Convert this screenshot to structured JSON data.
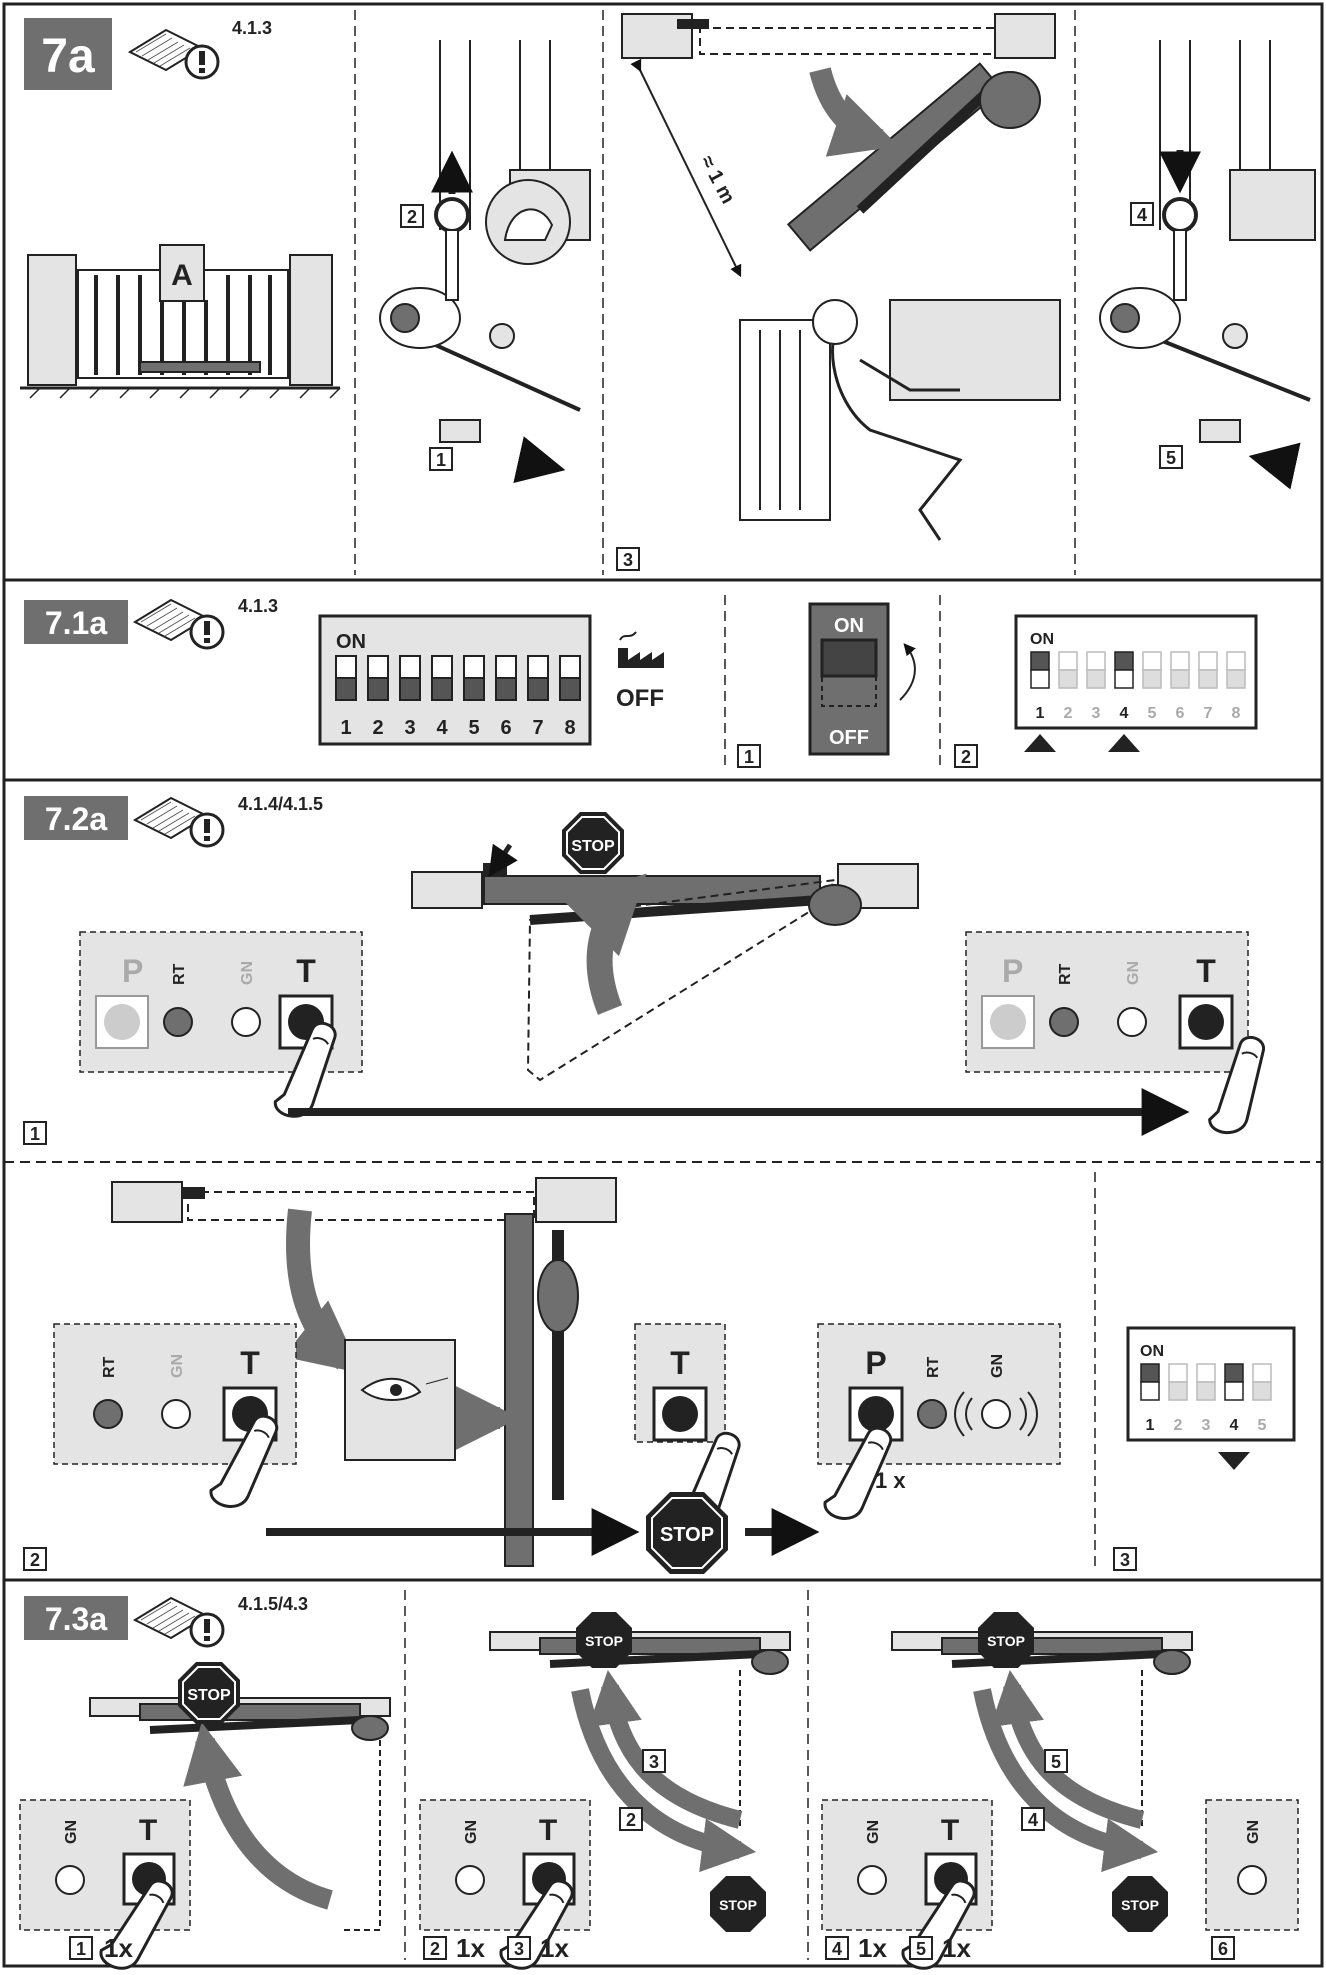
{
  "sections": [
    {
      "id": "7a",
      "badge": "7a",
      "ref": "4.1.3",
      "steps": [
        "1",
        "2",
        "3",
        "4",
        "5"
      ],
      "dimension": "≈ 1 m",
      "gate_label": "A"
    },
    {
      "id": "7.1a",
      "badge": "7.1a",
      "ref": "4.1.3",
      "steps": [
        "1",
        "2"
      ],
      "dip_on": "ON",
      "dip_off": "OFF",
      "switch_on": "ON",
      "switch_off": "OFF",
      "dip_numbers": [
        "1",
        "2",
        "3",
        "4",
        "5",
        "6",
        "7",
        "8"
      ]
    },
    {
      "id": "7.2a",
      "badge": "7.2a",
      "ref": "4.1.4/4.1.5",
      "steps": [
        "1",
        "2",
        "3"
      ],
      "btn_p": "P",
      "btn_t": "T",
      "led_rt": "RT",
      "led_gn": "GN",
      "stop": "STOP",
      "count": "1 x",
      "dip_on": "ON",
      "dip_numbers": [
        "1",
        "2",
        "3",
        "4",
        "5"
      ]
    },
    {
      "id": "7.3a",
      "badge": "7.3a",
      "ref": "4.1.5/4.3",
      "steps": [
        "1",
        "2",
        "3",
        "4",
        "5",
        "6"
      ],
      "btn_t": "T",
      "led_gn": "GN",
      "stop": "STOP",
      "count": "1x"
    }
  ],
  "colors": {
    "badge": "#6f6f6f",
    "arrow": "#6f6f6f",
    "line": "#222222",
    "panel": "#e4e4e4"
  }
}
